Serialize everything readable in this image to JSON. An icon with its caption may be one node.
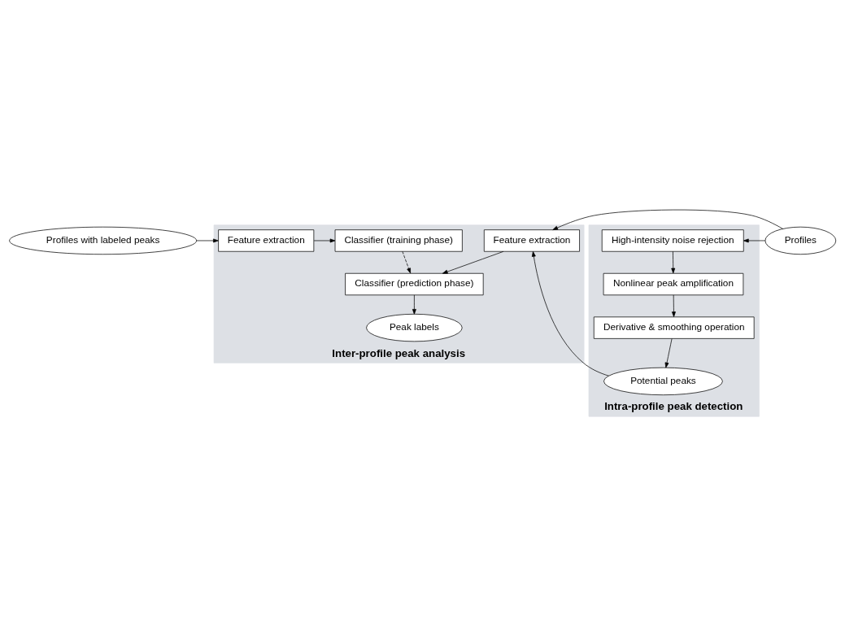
{
  "diagram": {
    "nodes": [
      {
        "text": [
          "Profiles with labeled peaks"
        ]
      },
      {
        "text": [
          "Inter-profile peak analysis"
        ]
      },
      {
        "text": [
          "Feature extraction"
        ],
        "in": 1
      },
      {
        "text": [
          "Classifier (training phase)"
        ],
        "in": 1
      },
      {
        "text": [
          "Profiles"
        ]
      },
      {
        "text": [
          "Intra-profile peak detection"
        ]
      },
      {
        "text": [
          "High-intensity noise rejection"
        ],
        "in": 5
      },
      {
        "text": [
          "Nonlinear peak amplification"
        ],
        "in": 5
      },
      {
        "text": [
          "Derivative & smoothing operation"
        ],
        "in": 5
      },
      {
        "text": [
          "Potential peaks"
        ],
        "in": 5
      },
      {
        "text": [
          "Feature extraction"
        ],
        "in": 1
      },
      {
        "text": [
          "Classifier (prediction phase)"
        ],
        "in": 1
      },
      {
        "text": [
          "Peak labels"
        ],
        "in": 1
      }
    ],
    "edges": [
      {
        "from": 0,
        "to": 2,
        "arrow": "to"
      },
      {
        "from": 2,
        "to": 3,
        "arrow": "to"
      },
      {
        "from": 3,
        "to": 11,
        "arrow": "to",
        "style": "dashed"
      },
      {
        "from": 4,
        "to": 10,
        "arrow": "to"
      },
      {
        "from": 4,
        "to": 6,
        "arrow": "to"
      },
      {
        "from": 6,
        "to": 7,
        "arrow": "to"
      },
      {
        "from": 7,
        "to": 8,
        "arrow": "to"
      },
      {
        "from": 8,
        "to": 9,
        "arrow": "to"
      },
      {
        "from": 9,
        "to": 10,
        "arrow": "to"
      },
      {
        "from": 10,
        "to": 11,
        "arrow": "to"
      },
      {
        "from": 11,
        "to": 12,
        "arrow": "to"
      }
    ]
  }
}
